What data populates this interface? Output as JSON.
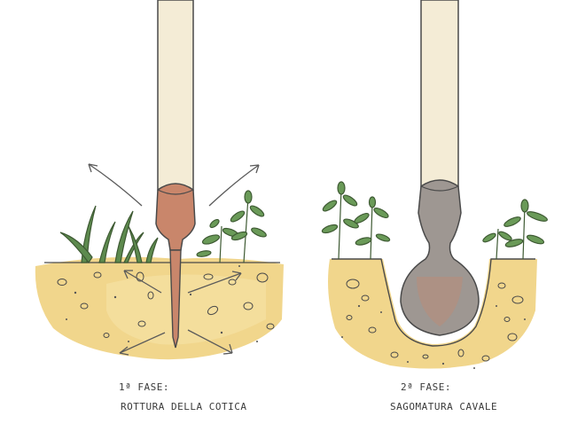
{
  "panels": [
    {
      "title": "1ª FASE:",
      "subtitle": "ROTTURA DELLA COTICA"
    },
    {
      "title": "2ª FASE:",
      "subtitle": "SAGOMATURA CAVALE"
    }
  ],
  "colors": {
    "soil": "#efcf78",
    "soil_light": "#f6e3a6",
    "handle": "#f4ecd6",
    "outline": "#4a4a4a",
    "tool_1": "#c9866b",
    "tool_2": "#9e9792",
    "plant": "#5d8a4e",
    "arrow": "#5a5a5a"
  }
}
